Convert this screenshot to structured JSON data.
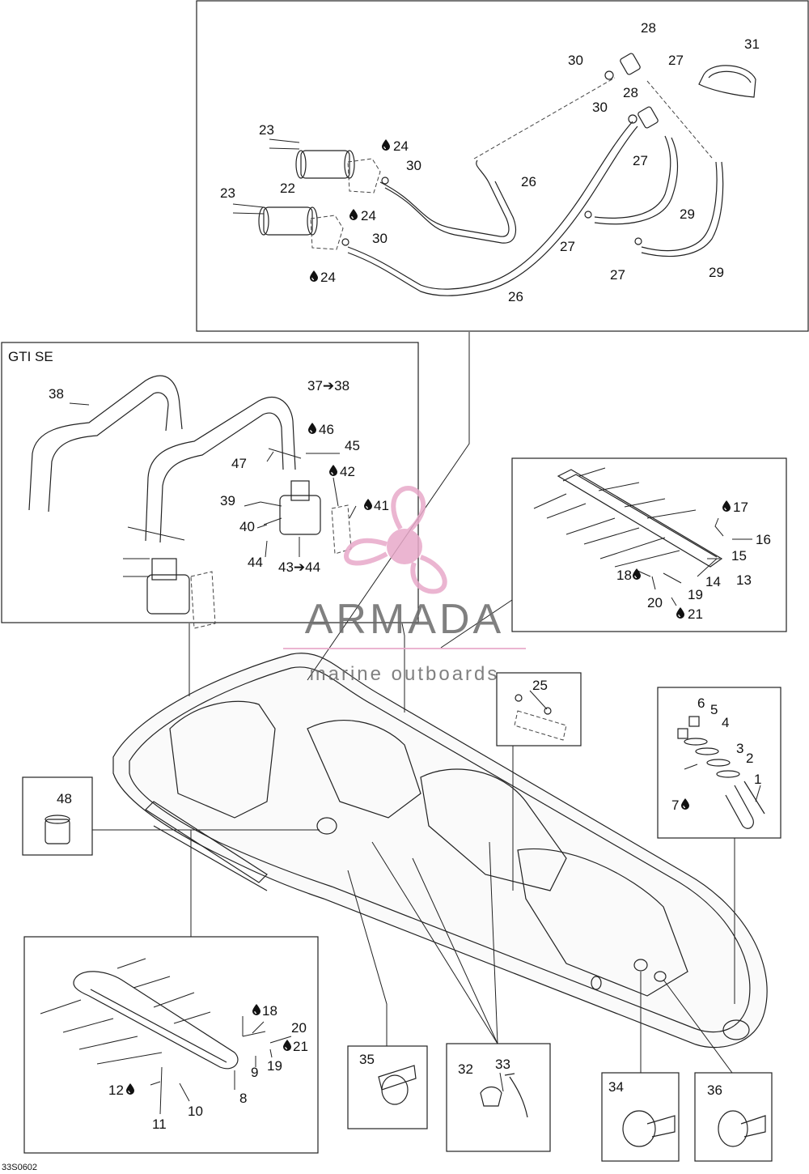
{
  "diagram": {
    "code": "33S0602",
    "gti_label": "GTI SE",
    "watermark": {
      "brand": "ARMADA",
      "tagline": "marine outboards",
      "color": "#e8a9c9"
    },
    "drop_icon": "oil-drop-icon",
    "labels": {
      "n1": "1",
      "n2": "2",
      "n3": "3",
      "n4": "4",
      "n5": "5",
      "n6": "6",
      "n7": "7",
      "n8": "8",
      "n9": "9",
      "n10": "10",
      "n11": "11",
      "n12": "12",
      "n13": "13",
      "n14": "14",
      "n15": "15",
      "n16": "16",
      "n17": "17",
      "n18a": "18",
      "n18b": "18",
      "n19a": "19",
      "n19b": "19",
      "n20a": "20",
      "n20b": "20",
      "n21a": "21",
      "n21b": "21",
      "n22a": "22",
      "n23a": "23",
      "n23b": "23",
      "n24a": "24",
      "n24b": "24",
      "n24c": "24",
      "n25": "25",
      "n26a": "26",
      "n26b": "26",
      "n27a": "27",
      "n27b": "27",
      "n27c": "27",
      "n27d": "27",
      "n28a": "28",
      "n28b": "28",
      "n29a": "29",
      "n29b": "29",
      "n30a": "30",
      "n30b": "30",
      "n30c": "30",
      "n30d": "30",
      "n31": "31",
      "n32": "32",
      "n33": "33",
      "n34": "34",
      "n35": "35",
      "n36": "36",
      "n37": "37➔38",
      "n38": "38",
      "n39": "39",
      "n40": "40",
      "n41": "41",
      "n42": "42",
      "n43": "43➔44",
      "n44": "44",
      "n45": "45",
      "n46": "46",
      "n47": "47",
      "n48": "48"
    }
  }
}
